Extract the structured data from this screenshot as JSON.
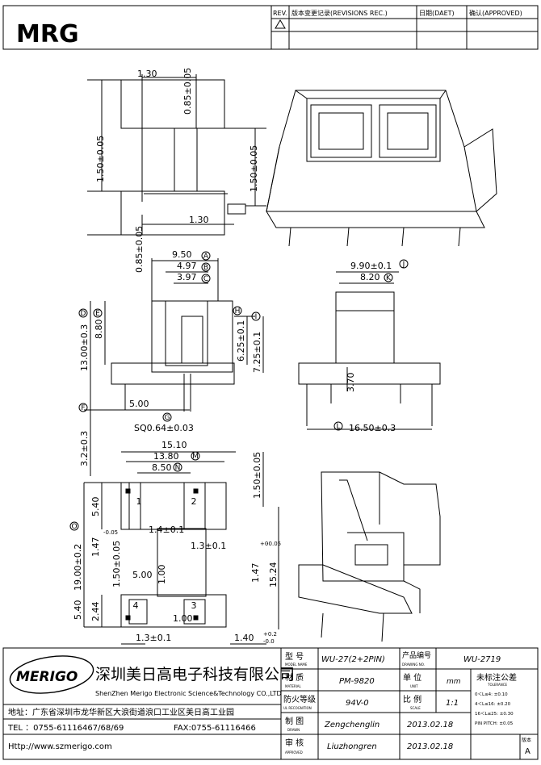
{
  "logo": {
    "text": "MRG"
  },
  "revision_table": {
    "rev_header": "REV.",
    "changes_header": "版本变更记录(REVISIONS REC.)",
    "date_header": "日期(DAET)",
    "approved_header": "确认(APPROVED)"
  },
  "views": {
    "pin_detail": {
      "dims": [
        "1.30",
        "0.85±0.05",
        "1.50±0.05",
        "1.50±0.05",
        "1.30",
        "0.85±0.05"
      ]
    },
    "front": {
      "dims": [
        "9.50",
        "4.97",
        "3.97",
        "13.00±0.3",
        "8.80",
        "6.25±0.1",
        "7.25±0.1",
        "5.00",
        "SQ0.64±0.03",
        "3.2±0.3"
      ],
      "markers": [
        "A",
        "B",
        "C",
        "D",
        "E",
        "H",
        "I",
        "F",
        "G"
      ]
    },
    "side": {
      "dims": [
        "9.90±0.1",
        "8.20",
        "3.70",
        "16.50±0.3"
      ],
      "markers": [
        "J",
        "K",
        "L"
      ]
    },
    "bottom": {
      "dims": [
        "15.10",
        "13.80",
        "8.50",
        "1.50±0.05",
        "5.40",
        "19.00±0.2",
        "1.47",
        "-0.05",
        "1.4±0.1",
        "1.3±0.1",
        "1.47",
        "+0",
        "-0.05",
        "1.50±0.05",
        "5.00",
        "1.00",
        "15.24",
        "5.40",
        "2.44",
        "1.00",
        "1.3±0.1",
        "1.40",
        "+0.2",
        "-0.0"
      ],
      "markers": [
        "M",
        "N",
        "O"
      ],
      "pin_labels": [
        "1",
        "2",
        "3",
        "4"
      ]
    }
  },
  "company": {
    "logo_text": "MERIGO",
    "name_cn": "深圳美日高电子科技有限公司",
    "name_en": "ShenZhen Merigo Electronic Science&Technology CO.,LTD",
    "address": "地址：广东省深圳市龙华新区大浪街道浪口工业区美日高工业园",
    "tel": "TEL ：0755-61116467/68/69",
    "fax": "FAX:0755-61116466",
    "website": "Http://www.szmerigo.com"
  },
  "title_block": {
    "model_label": "型 号",
    "model_label_en": "MODEL NAME",
    "model_value": "WU-27(2+2PIN)",
    "drawing_no_label": "产品编号",
    "drawing_no_label_en": "DRAWING NO.",
    "drawing_no_value": "WU-2719",
    "material_label": "材 质",
    "material_label_en": "MATERIAL",
    "material_value": "PM-9820",
    "unit_label": "单 位",
    "unit_label_en": "UNIT",
    "unit_value": "mm",
    "tolerance_label": "未标注公差",
    "tolerance_label_en": "TOLERANCE",
    "tolerances": [
      "0＜L≤4:   ±0.10",
      "4＜L≤16:  ±0.20",
      "16＜L≤25: ±0.30",
      "PIN PITCH: ±0.05"
    ],
    "fire_label": "防火等级",
    "fire_label_en": "UL RECOGNITION",
    "fire_value": "94V-0",
    "scale_label": "比 例",
    "scale_label_en": "SCALE",
    "scale_value": "1:1",
    "drawn_label": "制 图",
    "drawn_label_en": "DRAWN",
    "drawn_by": "Zengchenglin",
    "drawn_date": "2013.02.18",
    "approved_label": "审 核",
    "approved_label_en": "APPROVED",
    "approved_by": "Liuzhongren",
    "approved_date": "2013.02.18",
    "version_label": "版本",
    "version_value": "A"
  }
}
